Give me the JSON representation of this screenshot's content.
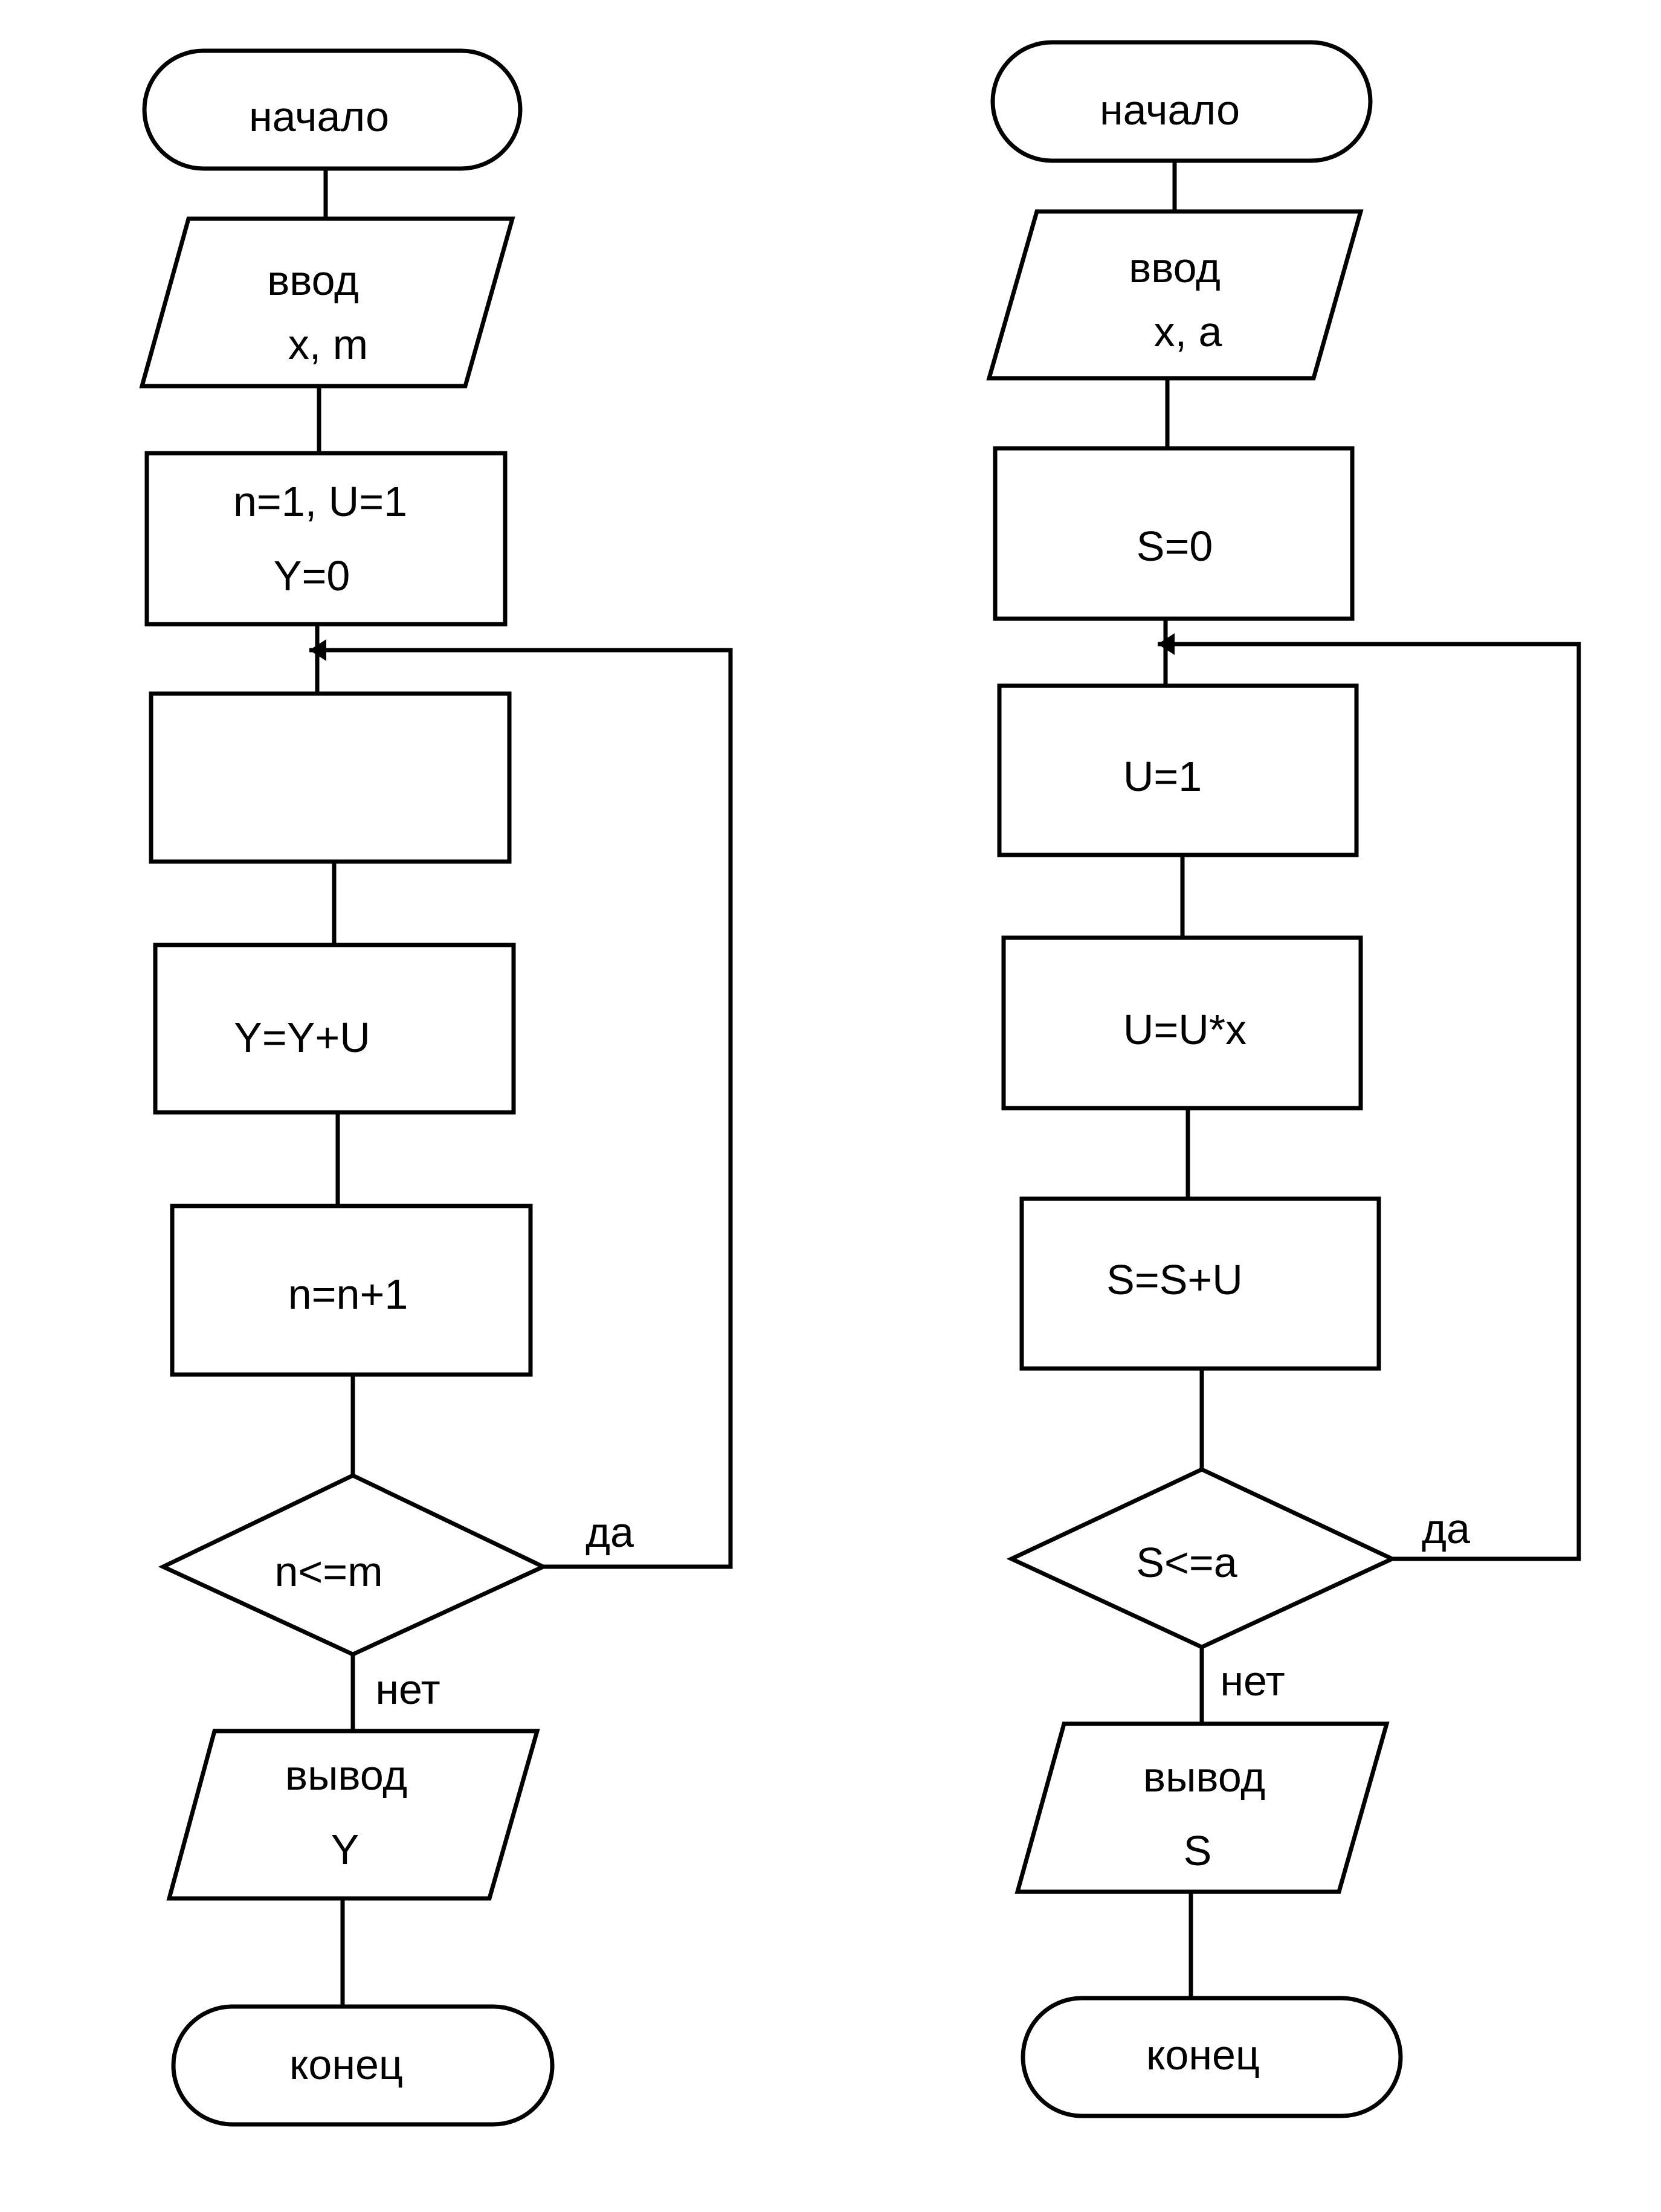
{
  "left": {
    "start": "начало",
    "input_line1": "ввод",
    "input_line2": "x, m",
    "init_line1": "n=1, U=1",
    "init_line2": "Y=0",
    "empty_block": "",
    "step1": "Y=Y+U",
    "step2": "n=n+1",
    "condition": "n<=m",
    "yes": "да",
    "no": "нет",
    "output_line1": "вывод",
    "output_line2": "Y",
    "end": "конец"
  },
  "right": {
    "start": "начало",
    "input_line1": "ввод",
    "input_line2": "x, a",
    "init": "S=0",
    "step1": "U=1",
    "step2": "U=U*x",
    "step3": "S=S+U",
    "condition": "S<=a",
    "yes": "да",
    "no": "нет",
    "output_line1": "вывод",
    "output_line2": "S",
    "end": "конец"
  }
}
